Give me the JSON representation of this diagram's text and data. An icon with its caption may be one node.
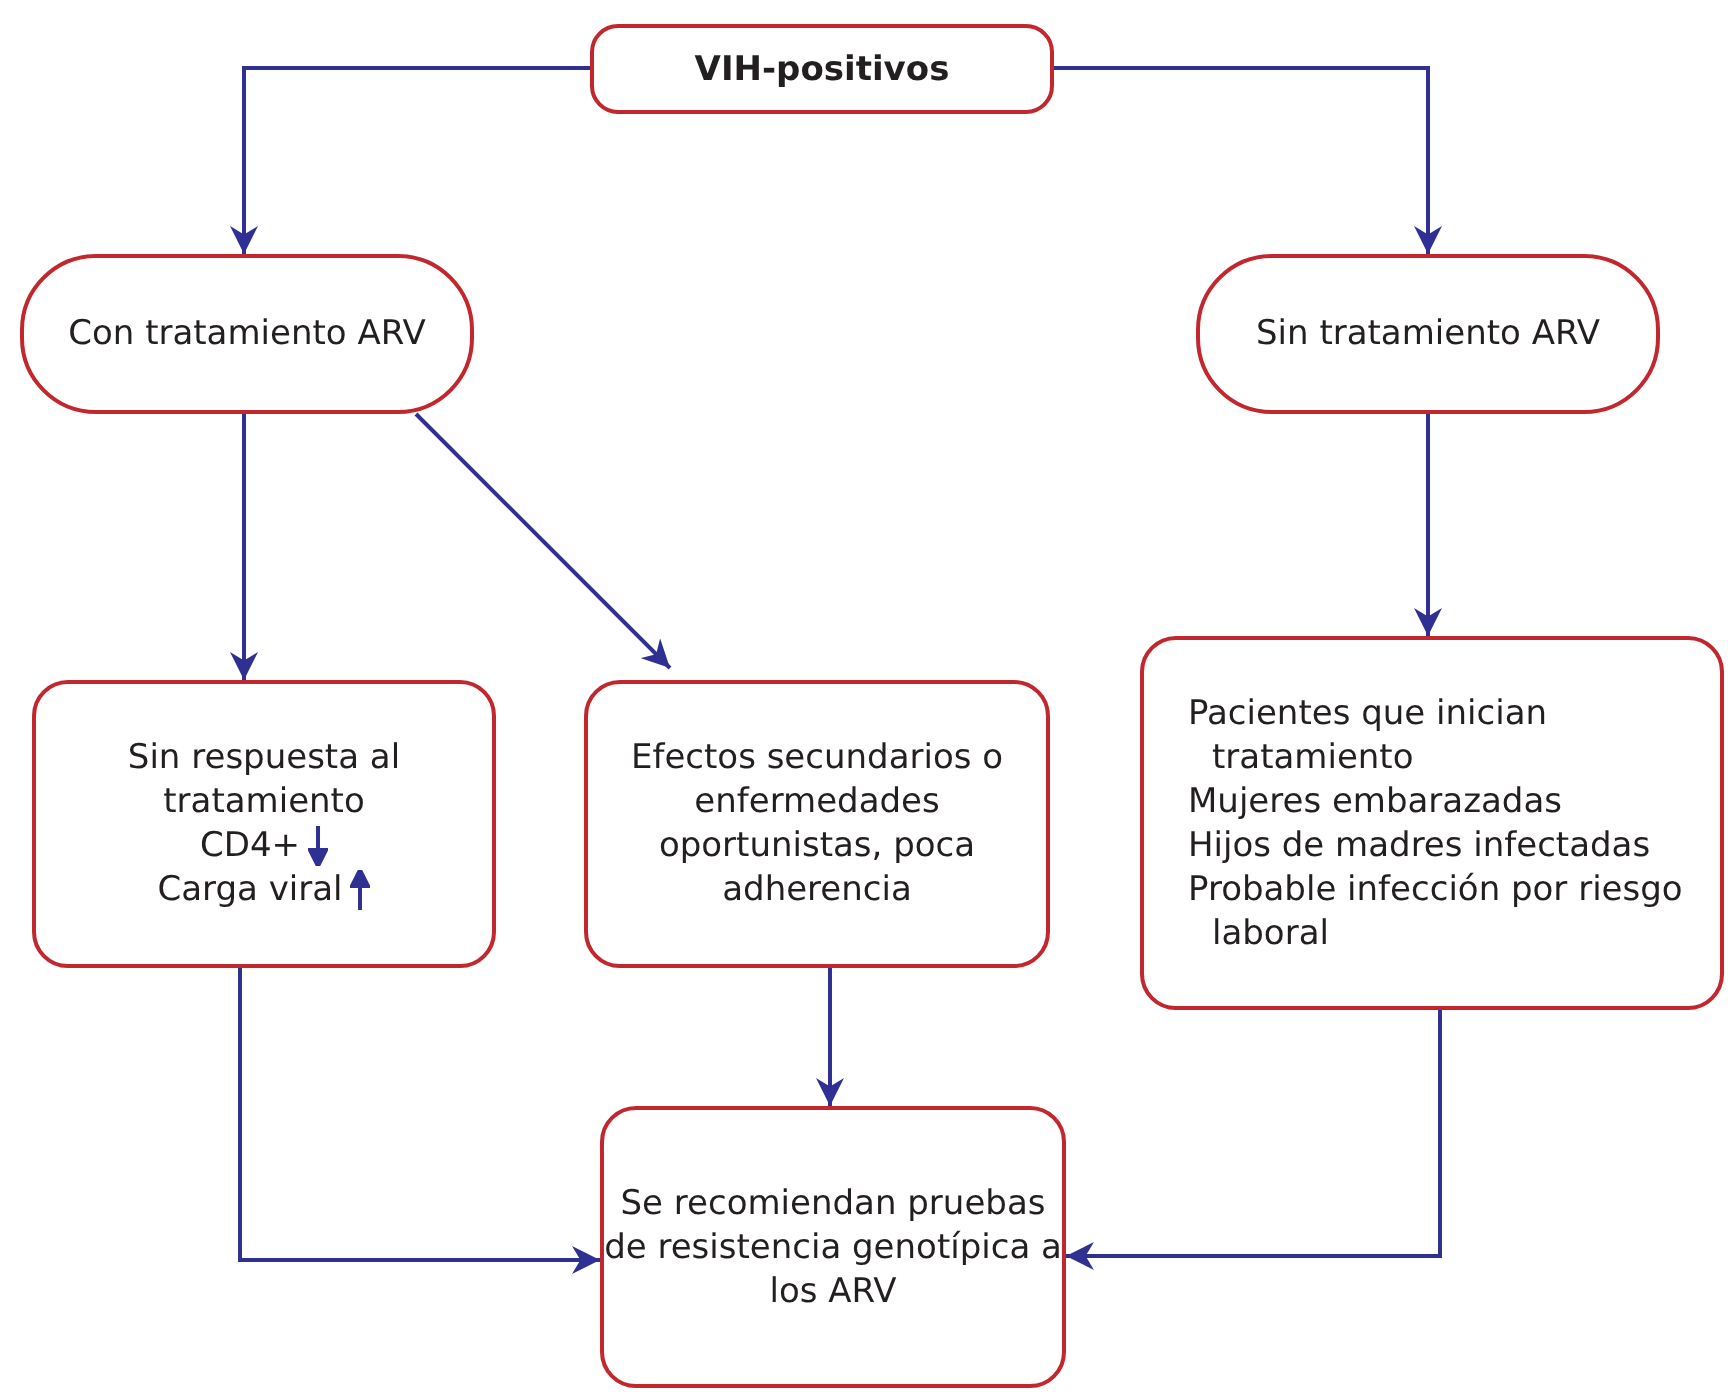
{
  "diagram": {
    "nodes": [
      {
        "text": [
          "VIH-positivos"
        ]
      },
      {
        "text": [
          "Con tratamiento ARV"
        ]
      },
      {
        "text": [
          "Sin tratamiento ARV"
        ]
      },
      {
        "text": [
          "Sin respuesta al tratamiento",
          "CD4+",
          "Carga viral"
        ]
      },
      {
        "text": [
          "Efectos secundarios o enfermedades oportunistas, poca adherencia"
        ]
      },
      {
        "text": [
          "Se recomiendan pruebas de resistencia genotípica a los ARV"
        ]
      },
      {
        "text": [
          "Pacientes que inician tratamiento",
          "Mujeres embarazadas",
          "Hijos de madres infectadas",
          "Probable infección por riesgo laboral"
        ]
      }
    ],
    "edges": [
      {
        "from": 0,
        "to": 1,
        "arrow": "to"
      },
      {
        "from": 0,
        "to": 2,
        "arrow": "to"
      },
      {
        "from": 1,
        "to": 3,
        "arrow": "to"
      },
      {
        "from": 1,
        "to": 4,
        "arrow": "to"
      },
      {
        "from": 2,
        "to": 6,
        "arrow": "to"
      },
      {
        "from": 3,
        "to": 5,
        "arrow": "to"
      },
      {
        "from": 4,
        "to": 5,
        "arrow": "to"
      },
      {
        "from": 6,
        "to": 5,
        "arrow": "to"
      }
    ]
  }
}
